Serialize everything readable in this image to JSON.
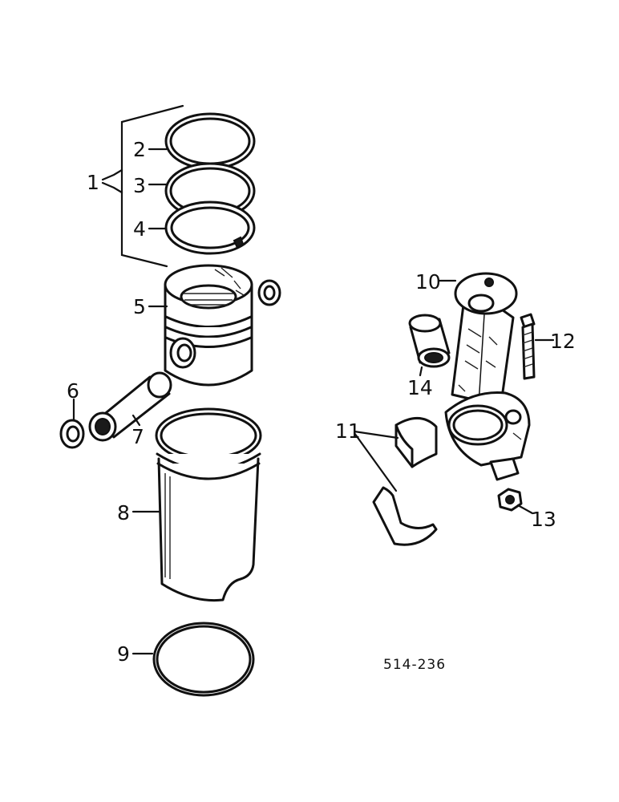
{
  "callouts": {
    "c1": "1",
    "c2": "2",
    "c3": "3",
    "c4": "4",
    "c5": "5",
    "c6": "6",
    "c7": "7",
    "c8": "8",
    "c9": "9",
    "c10": "10",
    "c11": "11",
    "c12": "12",
    "c13": "13",
    "c14": "14"
  },
  "figure_number": "514-236"
}
